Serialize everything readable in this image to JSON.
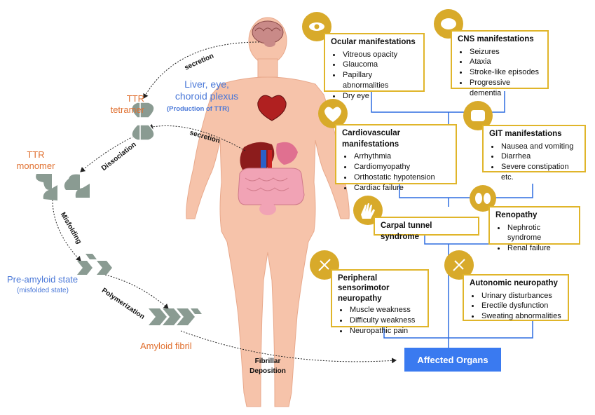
{
  "left": {
    "secretion_top": "secretion",
    "secretion_mid": "secretion",
    "ttr_tetramer": [
      "TTR",
      "tetramer"
    ],
    "liver_label": [
      "Liver, eye,",
      "choroid plexus"
    ],
    "production_label": "(Production of TTR)",
    "dissociation": "Dissociation",
    "ttr_monomer": [
      "TTR",
      "monomer"
    ],
    "misfolding": "Misfolding",
    "pre_amyloid": "Pre-amyloid state",
    "misfolded": "(misfolded state)",
    "polymerization": "Polymerization",
    "amyloid_fibril": "Amyloid fibril",
    "fibrillar": [
      "Fibrillar",
      "Deposition"
    ]
  },
  "boxes": {
    "ocular": {
      "title": "Ocular manifestations",
      "items": [
        "Vitreous opacity",
        "Glaucoma",
        "Papillary abnormalities",
        "Dry eye"
      ]
    },
    "cns": {
      "title": "CNS manifestations",
      "items": [
        "Seizures",
        "Ataxia",
        "Stroke-like episodes",
        "Progressive dementia"
      ]
    },
    "cardio": {
      "title": "Cardiovascular manifestations",
      "items": [
        "Arrhythmia",
        "Cardiomyopathy",
        "Orthostatic hypotension",
        "Cardiac failure"
      ]
    },
    "git": {
      "title": "GIT manifestations",
      "items": [
        "Nausea and vomiting",
        "Diarrhea",
        "Severe constipation etc."
      ]
    },
    "carpal": {
      "title": "Carpal tunnel syndrome"
    },
    "renal": {
      "title": "Renopathy",
      "items": [
        "Nephrotic syndrome",
        "Renal failure"
      ]
    },
    "peripheral": {
      "title": "Peripheral sensorimotor neuropathy",
      "items": [
        "Muscle weakness",
        "Difficulty weakness",
        "Neuropathic pain"
      ]
    },
    "autonomic": {
      "title": "Autonomic neuropathy",
      "items": [
        "Urinary disturbances",
        "Erectile dysfunction",
        "Sweating abnormalities"
      ]
    }
  },
  "affected_organs": "Affected Organs",
  "colors": {
    "orange": "#e07030",
    "blue_text": "#4a78d8",
    "box_border": "#e0b52a",
    "badge": "#d8aa2a",
    "tree_line": "#2f6de0",
    "affected_bg": "#3a7af0",
    "skin": "#f7c2a8"
  }
}
